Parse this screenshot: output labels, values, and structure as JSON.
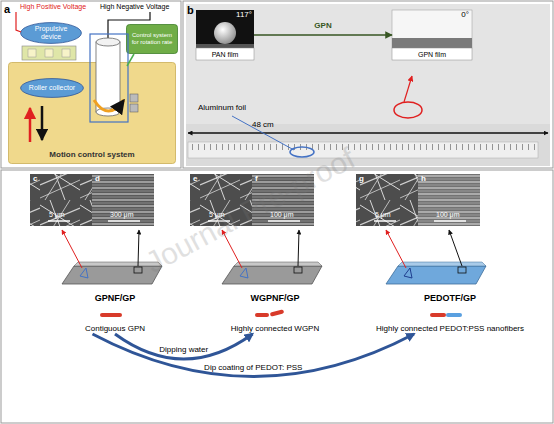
{
  "diagram": {
    "nodes": [
      {
        "text": [
          "Propulsive device"
        ]
      },
      {
        "text": [
          "Control system for rotation rate"
        ]
      },
      {
        "text": [
          "Motion control system"
        ]
      },
      {
        "text": [
          "Roller collector"
        ],
        "in": 2
      },
      {
        "text": [
          "117°",
          "PAN film"
        ]
      },
      {
        "text": [
          "0°",
          "GPN film"
        ]
      },
      {
        "text": [
          "GPNF/GP",
          "Contiguous GPN"
        ]
      },
      {
        "text": [
          "WGPNF/GP",
          "Highly connected WGPN"
        ]
      },
      {
        "text": [
          "PEDOTF/GP",
          "Highly connected PEDOT:PSS nanofibers"
        ]
      }
    ],
    "edges": [
      {
        "from": 4,
        "to": 5,
        "label": "GPN",
        "arrow": "to"
      },
      {
        "from": 6,
        "to": 7,
        "label": "Dipping water",
        "arrow": "to"
      },
      {
        "from": 6,
        "to": 8,
        "label": "Dip coating of PEDOT: PSS",
        "arrow": "to"
      }
    ],
    "labels": [
      "a",
      "High Positive Voltage",
      "High Negative Voltage",
      "b",
      "Aluminum foil",
      "48 cm",
      "c",
      "5 μm",
      "d",
      "300 μm",
      "e",
      "5 μm",
      "f",
      "100 μm",
      "g",
      "5 μm",
      "h",
      "100 μm",
      "Journal Pre-proof"
    ]
  }
}
